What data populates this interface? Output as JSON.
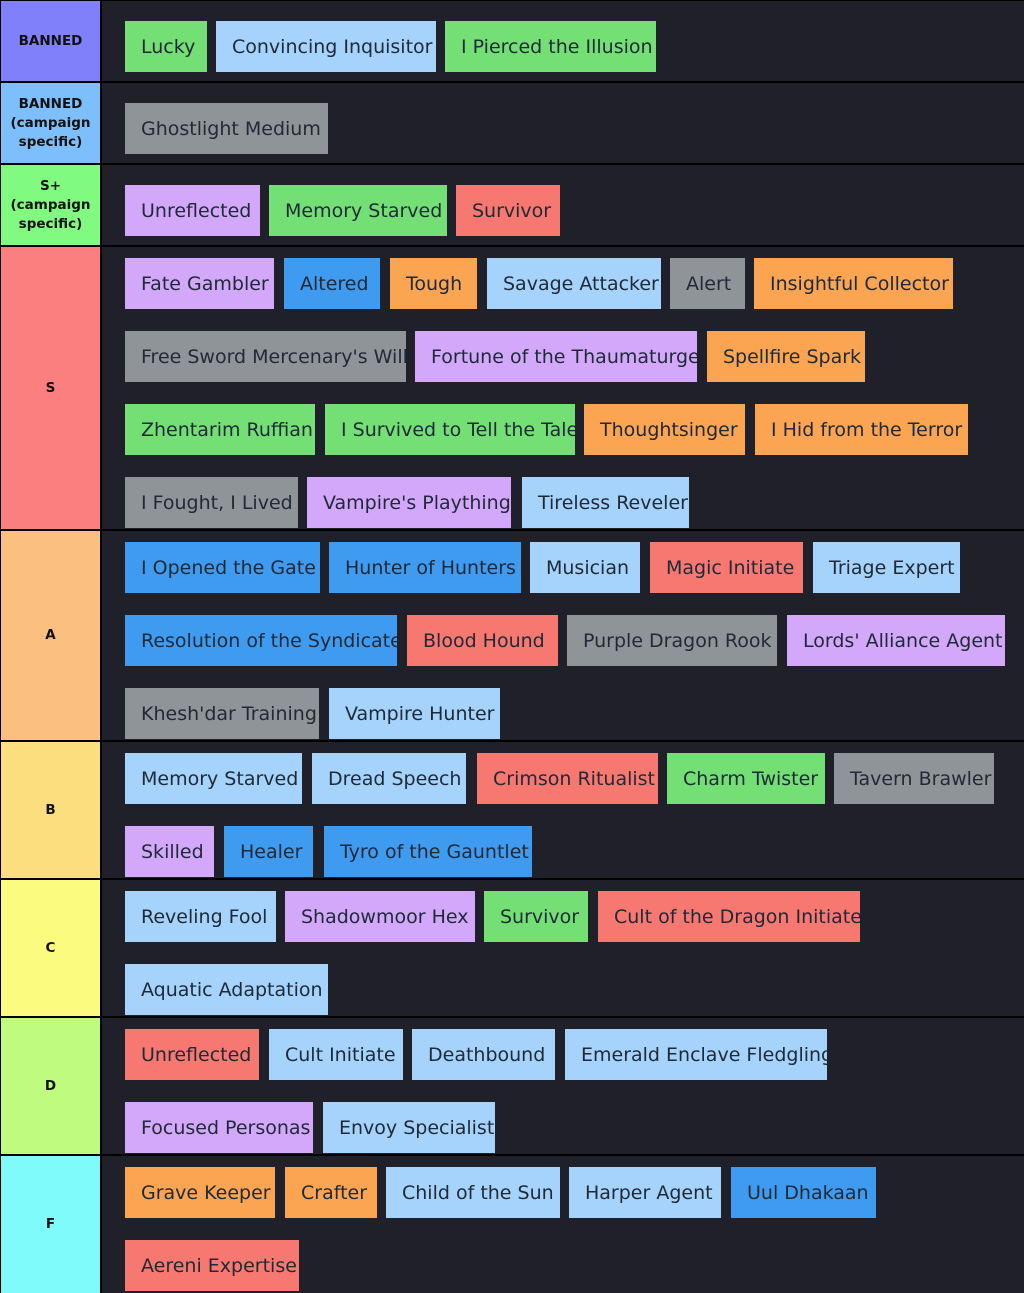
{
  "colors": {
    "row_body": "#1f2029",
    "chip_green": "#74df75",
    "chip_lightblue": "#a5d3fb",
    "chip_gray": "#8e9498",
    "chip_lavender": "#d3a8fb",
    "chip_red": "#f67870",
    "chip_blue": "#3f9bf0",
    "chip_orange": "#fba552"
  },
  "tiers": [
    {
      "label": "BANNED",
      "color": "#8080fb",
      "items": [
        {
          "text": "Lucky",
          "color": "green"
        },
        {
          "text": "Convincing Inquisitor",
          "color": "lightblue"
        },
        {
          "text": "I Pierced the Illusion",
          "color": "green"
        }
      ]
    },
    {
      "label": "BANNED\n(campaign\nspecific)",
      "color": "#7dbffd",
      "items": [
        {
          "text": "Ghostlight Medium",
          "color": "gray"
        }
      ]
    },
    {
      "label": "S+\n(campaign\nspecific)",
      "color": "#80fb80",
      "items": [
        {
          "text": "Unreflected",
          "color": "lavender"
        },
        {
          "text": "Memory Starved",
          "color": "green"
        },
        {
          "text": "Survivor",
          "color": "red"
        }
      ]
    },
    {
      "label": "S",
      "color": "#fb7f7f",
      "items": [
        {
          "text": "Fate Gambler",
          "color": "lavender"
        },
        {
          "text": "Altered",
          "color": "blue"
        },
        {
          "text": "Tough",
          "color": "orange"
        },
        {
          "text": "Savage Attacker",
          "color": "lightblue"
        },
        {
          "text": "Alert",
          "color": "gray"
        },
        {
          "text": "Insightful Collector",
          "color": "orange"
        },
        {
          "text": "Free Sword Mercenary's Will",
          "color": "gray"
        },
        {
          "text": "Fortune of the Thaumaturge",
          "color": "lavender"
        },
        {
          "text": "Spellfire Spark",
          "color": "orange"
        },
        {
          "text": "Zhentarim Ruffian",
          "color": "green"
        },
        {
          "text": "I Survived to Tell the Tale",
          "color": "green"
        },
        {
          "text": "Thoughtsinger",
          "color": "orange"
        },
        {
          "text": "I Hid from the Terror",
          "color": "orange"
        },
        {
          "text": "I Fought, I Lived",
          "color": "gray"
        },
        {
          "text": "Vampire's Plaything",
          "color": "lavender"
        },
        {
          "text": "Tireless Reveler",
          "color": "lightblue"
        }
      ]
    },
    {
      "label": "A",
      "color": "#fbbf7f",
      "items": [
        {
          "text": "I Opened the Gate",
          "color": "blue"
        },
        {
          "text": "Hunter of Hunters",
          "color": "blue"
        },
        {
          "text": "Musician",
          "color": "lightblue"
        },
        {
          "text": "Magic Initiate",
          "color": "red"
        },
        {
          "text": "Triage Expert",
          "color": "lightblue"
        },
        {
          "text": "Resolution of the Syndicate",
          "color": "blue"
        },
        {
          "text": "Blood Hound",
          "color": "red"
        },
        {
          "text": "Purple Dragon Rook",
          "color": "gray"
        },
        {
          "text": "Lords' Alliance Agent",
          "color": "lavender"
        },
        {
          "text": "Khesh'dar Training",
          "color": "gray"
        },
        {
          "text": "Vampire Hunter",
          "color": "lightblue"
        }
      ]
    },
    {
      "label": "B",
      "color": "#fbdf7f",
      "items": [
        {
          "text": "Memory Starved",
          "color": "lightblue"
        },
        {
          "text": "Dread Speech",
          "color": "lightblue"
        },
        {
          "text": "Crimson Ritualist",
          "color": "red"
        },
        {
          "text": "Charm Twister",
          "color": "green"
        },
        {
          "text": "Tavern Brawler",
          "color": "gray"
        },
        {
          "text": "Skilled",
          "color": "lavender"
        },
        {
          "text": "Healer",
          "color": "blue"
        },
        {
          "text": "Tyro of the Gauntlet",
          "color": "blue"
        }
      ]
    },
    {
      "label": "C",
      "color": "#fbfb7f",
      "items": [
        {
          "text": "Reveling Fool",
          "color": "lightblue"
        },
        {
          "text": "Shadowmoor Hex",
          "color": "lavender"
        },
        {
          "text": "Survivor",
          "color": "green"
        },
        {
          "text": "Cult of the Dragon Initiate",
          "color": "red"
        },
        {
          "text": "Aquatic Adaptation",
          "color": "lightblue"
        }
      ]
    },
    {
      "label": "D",
      "color": "#bffb7f",
      "items": [
        {
          "text": "Unreflected",
          "color": "red"
        },
        {
          "text": "Cult Initiate",
          "color": "lightblue"
        },
        {
          "text": "Deathbound",
          "color": "lightblue"
        },
        {
          "text": "Emerald Enclave Fledgling",
          "color": "lightblue"
        },
        {
          "text": "Focused Personas",
          "color": "lavender"
        },
        {
          "text": "Envoy Specialist",
          "color": "lightblue"
        }
      ]
    },
    {
      "label": "F",
      "color": "#7ffbfb",
      "items": [
        {
          "text": "Grave Keeper",
          "color": "orange"
        },
        {
          "text": "Crafter",
          "color": "orange"
        },
        {
          "text": "Child of the Sun",
          "color": "lightblue"
        },
        {
          "text": "Harper Agent",
          "color": "lightblue"
        },
        {
          "text": "Uul Dhakaan",
          "color": "blue"
        },
        {
          "text": "Aereni Expertise",
          "color": "red"
        }
      ]
    }
  ]
}
